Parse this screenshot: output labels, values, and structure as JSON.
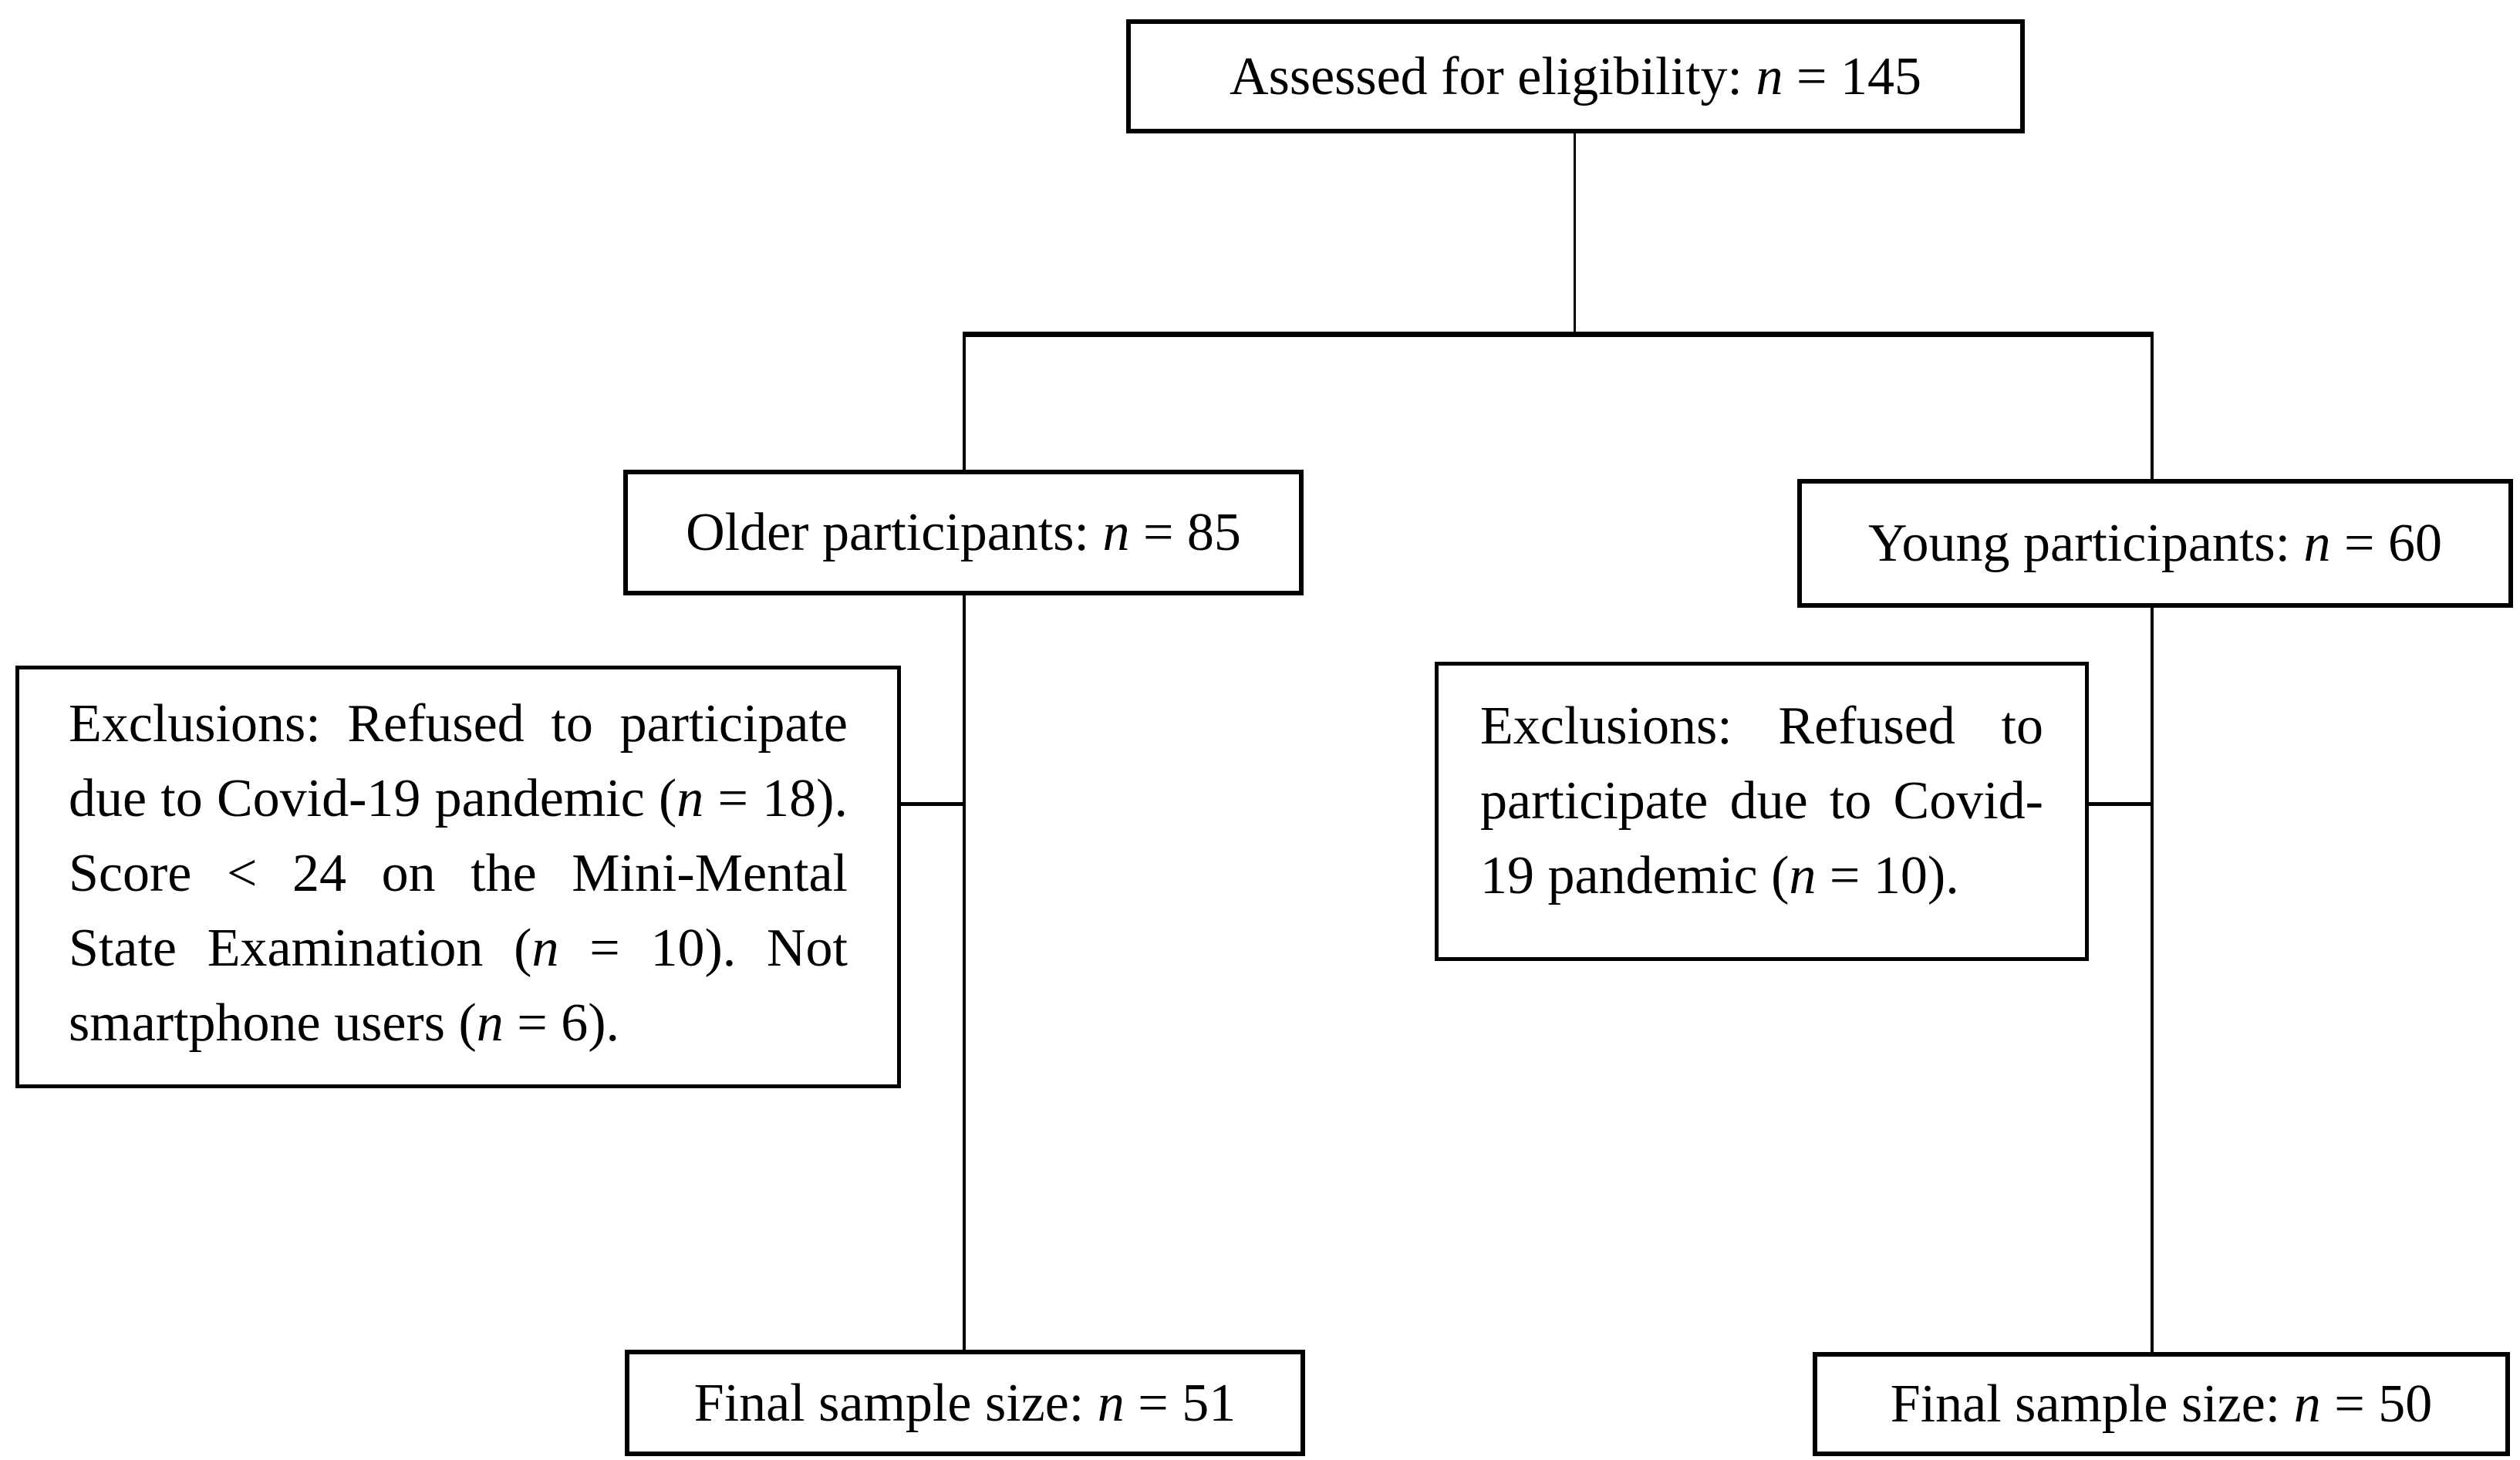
{
  "page": {
    "background_color": "#ffffff",
    "text_color": "#000000",
    "line_color": "#000000"
  },
  "flowchart": {
    "assessed": {
      "text": "Assessed for eligibility: n = 145",
      "segments": [
        {
          "t": "Assessed for eligibility:  "
        },
        {
          "t": "n",
          "i": true
        },
        {
          "t": " = 145"
        }
      ]
    },
    "older": {
      "text": "Older participants: n = 85",
      "segments": [
        {
          "t": "Older participants: "
        },
        {
          "t": "n",
          "i": true
        },
        {
          "t": " = 85"
        }
      ]
    },
    "young": {
      "text": "Young participants: n = 60",
      "segments": [
        {
          "t": "Young participants: "
        },
        {
          "t": "n",
          "i": true
        },
        {
          "t": " = 60"
        }
      ]
    },
    "exclusions_older": {
      "text": "Exclusions: Refused to participate due to Covid-19 pandemic (n = 18). Score < 24 on the Mini-Mental State Examination (n = 10). Not smartphone users (n = 6).",
      "segments": [
        {
          "t": "Exclusions: Refused to participate due to Covid-19 pandemic ("
        },
        {
          "t": "n",
          "i": true
        },
        {
          "t": " = 18). Score < 24 on the Mini-Mental State Examination ("
        },
        {
          "t": "n",
          "i": true
        },
        {
          "t": " = 10). Not smartphone users ("
        },
        {
          "t": "n",
          "i": true
        },
        {
          "t": " = 6)."
        }
      ]
    },
    "exclusions_young": {
      "text": "Exclusions: Refused to participate due to Covid-19 pandemic (n = 10).",
      "segments": [
        {
          "t": "Exclusions: Refused to participate due to Covid-19 pandemic ("
        },
        {
          "t": "n",
          "i": true
        },
        {
          "t": " = 10)."
        }
      ]
    },
    "final_older": {
      "text": "Final sample size: n = 51",
      "segments": [
        {
          "t": "Final sample size: "
        },
        {
          "t": "n",
          "i": true
        },
        {
          "t": " = 51"
        }
      ]
    },
    "final_young": {
      "text": "Final sample size: n = 50",
      "segments": [
        {
          "t": "Final sample size: "
        },
        {
          "t": "n",
          "i": true
        },
        {
          "t": " = 50"
        }
      ]
    }
  }
}
